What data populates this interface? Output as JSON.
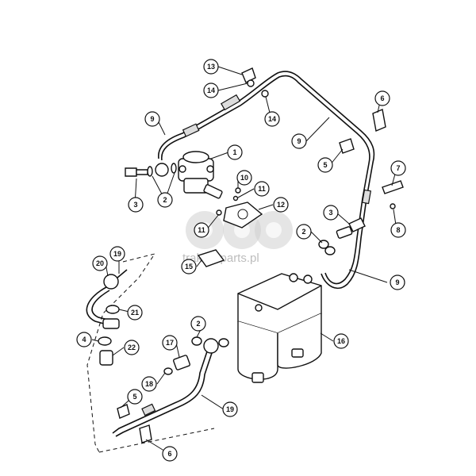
{
  "watermark": "traktor-parts.pl",
  "callouts": [
    {
      "num": "1"
    },
    {
      "num": "2"
    },
    {
      "num": "2"
    },
    {
      "num": "2"
    },
    {
      "num": "3"
    },
    {
      "num": "3"
    },
    {
      "num": "4"
    },
    {
      "num": "5"
    },
    {
      "num": "5"
    },
    {
      "num": "6"
    },
    {
      "num": "6"
    },
    {
      "num": "7"
    },
    {
      "num": "8"
    },
    {
      "num": "9"
    },
    {
      "num": "9"
    },
    {
      "num": "9"
    },
    {
      "num": "10"
    },
    {
      "num": "11"
    },
    {
      "num": "11"
    },
    {
      "num": "12"
    },
    {
      "num": "13"
    },
    {
      "num": "14"
    },
    {
      "num": "14"
    },
    {
      "num": "15"
    },
    {
      "num": "16"
    },
    {
      "num": "17"
    },
    {
      "num": "18"
    },
    {
      "num": "19"
    },
    {
      "num": "19"
    },
    {
      "num": "20"
    },
    {
      "num": "21"
    },
    {
      "num": "22"
    }
  ]
}
